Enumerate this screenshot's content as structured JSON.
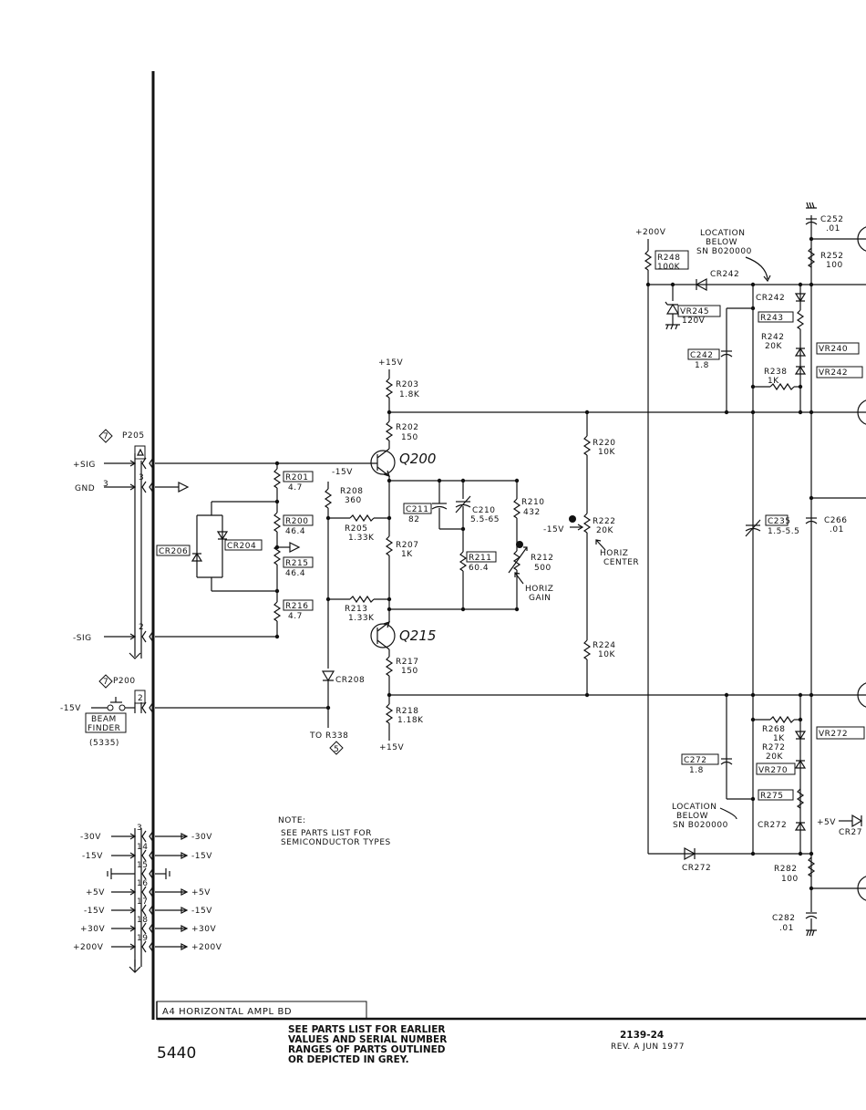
{
  "board": {
    "title": "A4 HORIZONTAL AMPL BD",
    "part_number": "5440",
    "drawing_number": "2139-24",
    "revision": "REV. A JUN 1977",
    "footer_note": [
      "SEE PARTS LIST FOR EARLIER",
      "VALUES AND SERIAL NUMBER",
      "RANGES OF PARTS OUTLINED",
      "OR DEPICTED IN GREY."
    ]
  },
  "note": {
    "title": "NOTE:",
    "lines": [
      "SEE PARTS LIST FOR",
      "SEMICONDUCTOR TYPES"
    ]
  },
  "connectors": {
    "p205": "P205",
    "p200": "P200",
    "marker": "7",
    "to_r338": "TO R338",
    "to_r338_marker": "5"
  },
  "signals": {
    "plus_sig": "+SIG",
    "gnd": "GND",
    "minus_sig": "-SIG",
    "minus15": "-15V",
    "beam_finder": [
      "BEAM",
      "FINDER"
    ],
    "beam_model": "(5335)"
  },
  "pins": {
    "p3": "3",
    "p2": "2",
    "p2b": "2",
    "p3b": "3",
    "p14": "14",
    "p15": "15",
    "p16": "16",
    "p17": "17",
    "p18": "18",
    "p19": "19"
  },
  "supplies": [
    {
      "left": "-30V",
      "right": "-30V"
    },
    {
      "left": "-15V",
      "right": "-15V"
    },
    {
      "left": "",
      "right": ""
    },
    {
      "left": "+5V",
      "right": "+5V"
    },
    {
      "left": "-15V",
      "right": "-15V"
    },
    {
      "left": "+30V",
      "right": "+30V"
    },
    {
      "left": "+200V",
      "right": "+200V"
    }
  ],
  "components": {
    "r201": {
      "ref": "R201",
      "val": "4.7"
    },
    "r200": {
      "ref": "R200",
      "val": "46.4"
    },
    "r215": {
      "ref": "R215",
      "val": "46.4"
    },
    "r216": {
      "ref": "R216",
      "val": "4.7"
    },
    "cr206": "CR206",
    "cr204": "CR204",
    "r208": {
      "ref": "R208",
      "val": "360",
      "supply": "-15V"
    },
    "r205": {
      "ref": "R205",
      "val": "1.33K"
    },
    "r213": {
      "ref": "R213",
      "val": "1.33K"
    },
    "cr208": "CR208",
    "q200": "Q200",
    "q215": "Q215",
    "plus15_top": "+15V",
    "plus15_bot": "+15V",
    "r203": {
      "ref": "R203",
      "val": "1.8K"
    },
    "r202": {
      "ref": "R202",
      "val": "150"
    },
    "r207": {
      "ref": "R207",
      "val": "1K"
    },
    "r217": {
      "ref": "R217",
      "val": "150"
    },
    "r218": {
      "ref": "R218",
      "val": "1.18K"
    },
    "c211": {
      "ref": "C211",
      "val": "82"
    },
    "c210": {
      "ref": "C210",
      "val": "5.5-65"
    },
    "r210": {
      "ref": "R210",
      "val": "432"
    },
    "r211": {
      "ref": "R211",
      "val": "60.4"
    },
    "r212": {
      "ref": "R212",
      "val": "500"
    },
    "horiz_gain": [
      "HORIZ",
      "GAIN"
    ],
    "r220": {
      "ref": "R220",
      "val": "10K"
    },
    "r222": {
      "ref": "R222",
      "val": "20K",
      "supply": "-15V"
    },
    "horiz_center": [
      "HORIZ",
      "CENTER"
    ],
    "r224": {
      "ref": "R224",
      "val": "10K"
    },
    "plus200": "+200V",
    "r248": {
      "ref": "R248",
      "val": "100K"
    },
    "location_top": [
      "LOCATION",
      "BELOW",
      "SN B020000"
    ],
    "cr242_top": "CR242",
    "cr242_mid": "CR242",
    "vr245": {
      "ref": "VR245",
      "val": "120V"
    },
    "r243": "R243",
    "r242": {
      "ref": "R242",
      "val": "20K"
    },
    "c242": {
      "ref": "C242",
      "val": "1.8"
    },
    "r238": {
      "ref": "R238",
      "val": "1K"
    },
    "vr240": "VR240",
    "vr242": "VR242",
    "c252": {
      "ref": "C252",
      "val": ".01"
    },
    "r252": {
      "ref": "R252",
      "val": "100"
    },
    "c235": {
      "ref": "C235",
      "val": "1.5-5.5"
    },
    "c266": {
      "ref": "C266",
      "val": ".01"
    },
    "r268": {
      "ref": "R268",
      "val": "1K"
    },
    "vr272": "VR272",
    "r272": {
      "ref": "R272",
      "val": "20K"
    },
    "c272": {
      "ref": "C272",
      "val": "1.8"
    },
    "vr270": "VR270",
    "r275": "R275",
    "location_bot": [
      "LOCATION",
      "BELOW",
      "SN B020000"
    ],
    "cr272_mid": "CR272",
    "cr272_bot": "CR272",
    "plus5": "+5V",
    "cr27x": "CR27",
    "r282": {
      "ref": "R282",
      "val": "100"
    },
    "c282": {
      "ref": "C282",
      "val": ".01"
    }
  }
}
